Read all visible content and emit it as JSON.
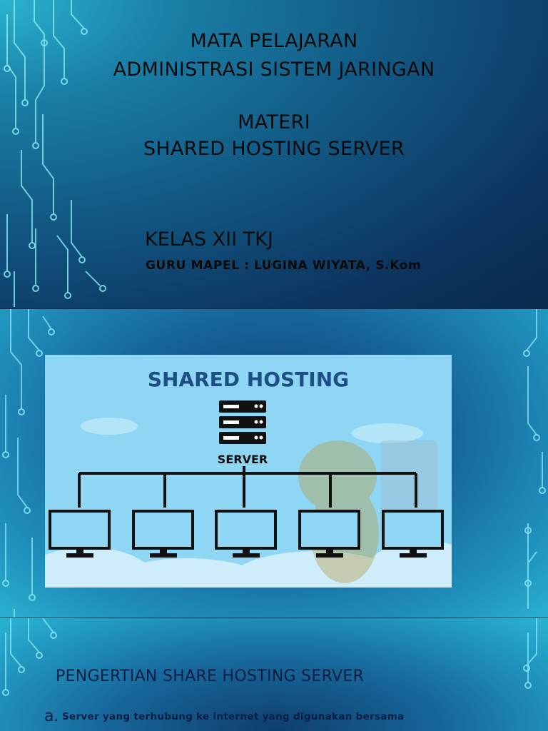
{
  "slide1": {
    "line1": "MATA PELAJARAN",
    "line2": "ADMINISTRASI SISTEM JARINGAN",
    "line3": "MATERI",
    "line4": "SHARED HOSTING SERVER",
    "kelas": "KELAS XII TKJ",
    "guru": "GURU MAPEL : LUGINA WIYATA, S.Kom"
  },
  "slide2": {
    "image_title": "SHARED HOSTING",
    "server_label": "SERVER",
    "monitor_count_shown": 5
  },
  "slide3": {
    "heading": "PENGERTIAN SHARE HOSTING SERVER",
    "bullet_marker": "a.",
    "bullet_text": "Server yang terhubung ke internet yang digunakan bersama"
  },
  "colors": {
    "title_blue": "#1d4f86",
    "sky": "#8fd6f5",
    "circuit": "#7fe3f0"
  },
  "icons": [
    "server-icon",
    "monitor-icon",
    "circuit-decoration",
    "mascot-watermark"
  ]
}
